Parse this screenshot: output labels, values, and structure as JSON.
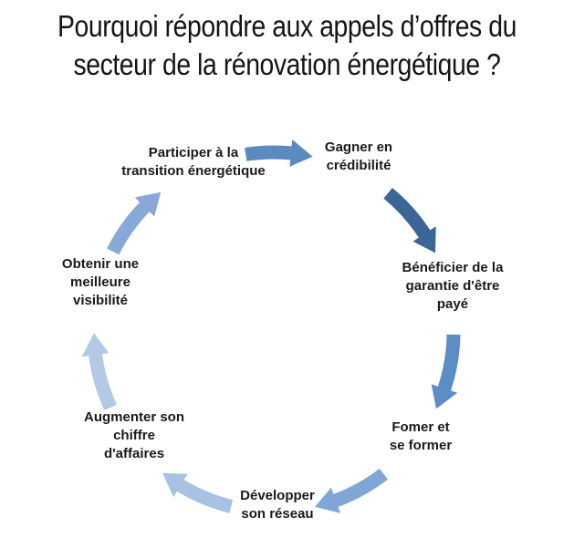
{
  "title": {
    "line1": "Pourquoi répondre aux appels d’offres du",
    "line2": "secteur de la rénovation énergétique ?"
  },
  "cycle": {
    "items": [
      {
        "id": "participer",
        "lines": [
          "Participer à la",
          "transition énergétique"
        ]
      },
      {
        "id": "gagner",
        "lines": [
          "Gagner en",
          "crédibilité"
        ]
      },
      {
        "id": "beneficier",
        "lines": [
          "Bénéficier de la",
          "garantie d'être",
          "payé"
        ]
      },
      {
        "id": "fomer",
        "lines": [
          "Fomer et",
          "se former"
        ]
      },
      {
        "id": "developper",
        "lines": [
          "Développer",
          "son réseau"
        ]
      },
      {
        "id": "augmenter",
        "lines": [
          "Augmenter son",
          "chiffre",
          "d'affaires"
        ]
      },
      {
        "id": "obtenir",
        "lines": [
          "Obtenir une",
          "meilleure",
          "visibilité"
        ]
      }
    ],
    "arrows": [
      {
        "from": "participer",
        "to": "gagner",
        "color": "#5b8ac0"
      },
      {
        "from": "gagner",
        "to": "beneficier",
        "color": "#3a6795"
      },
      {
        "from": "beneficier",
        "to": "fomer",
        "color": "#5c8dc5"
      },
      {
        "from": "fomer",
        "to": "developper",
        "color": "#7fa6d5"
      },
      {
        "from": "developper",
        "to": "augmenter",
        "color": "#a8c2e3"
      },
      {
        "from": "augmenter",
        "to": "obtenir",
        "color": "#b3c9e6"
      },
      {
        "from": "obtenir",
        "to": "participer",
        "color": "#88a9d7"
      }
    ],
    "text_color": "#1a1a1a",
    "background": "#ffffff"
  }
}
